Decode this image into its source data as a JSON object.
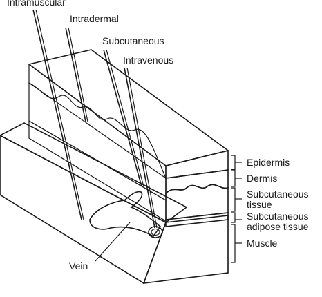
{
  "needle_labels": {
    "intramuscular": "Intramuscular",
    "intradermal": "Intradermal",
    "subcutaneous": "Subcutaneous",
    "intravenous": "Intravenous"
  },
  "layer_labels": {
    "epidermis": "Epidermis",
    "dermis": "Dermis",
    "subcutaneous_line1": "Subcutaneous",
    "subcutaneous_line2": "tissue",
    "adipose_line1": "Subcutaneous",
    "adipose_line2": "adipose tissue",
    "muscle": "Muscle"
  },
  "vein_label": "Vein",
  "colors": {
    "ink": "#1a1a1a",
    "epidermis": "#e4e4e4",
    "dermis": "#bdbdbd",
    "subcutaneous": "#f7f7f7",
    "muscle_top": "#b0b0b0",
    "muscle_side": "#6e6e6e",
    "vein": "#9a9a9a"
  }
}
